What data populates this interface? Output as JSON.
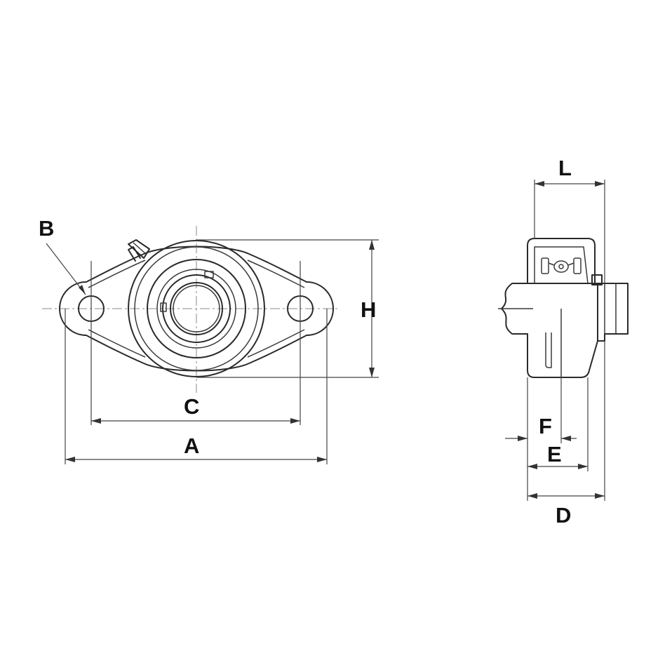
{
  "labels": {
    "A": "A",
    "B": "B",
    "C": "C",
    "H": "H",
    "L": "L",
    "F": "F",
    "E": "E",
    "D": "D"
  },
  "colors": {
    "line": "#2a2a2a",
    "background": "#ffffff"
  }
}
